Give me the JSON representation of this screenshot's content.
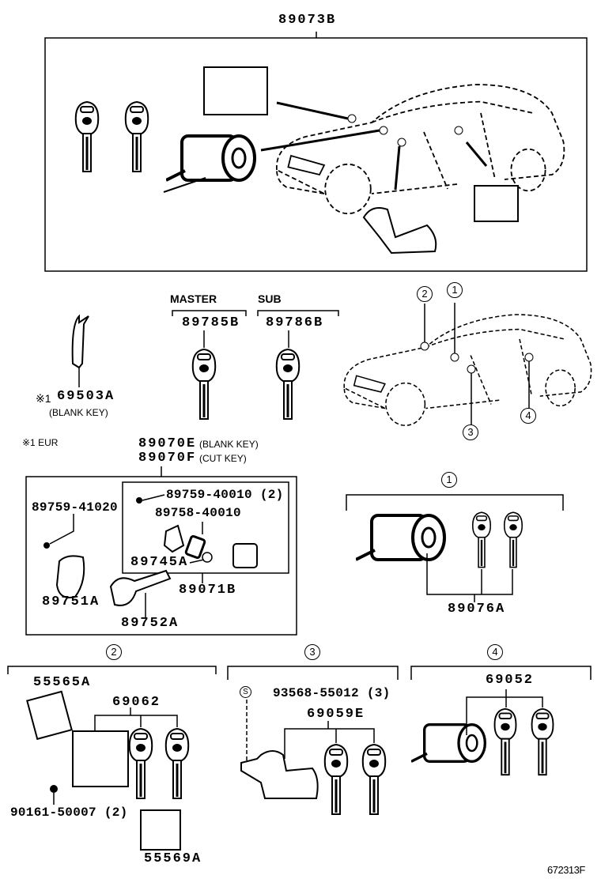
{
  "diagram_id": "672313F",
  "top_assembly": {
    "part": "89073B"
  },
  "key_set": {
    "master_label": "MASTER",
    "sub_label": "SUB",
    "master_part": "89785B",
    "sub_part": "89786B",
    "blank_key_part": "69503A",
    "blank_key_mark": "※1",
    "blank_key_note": "(BLANK KEY)",
    "footnote": "※1 EUR"
  },
  "location_markers": [
    "1",
    "2",
    "3",
    "4"
  ],
  "transmitter": {
    "part_blank": "89070E",
    "part_blank_note": "(BLANK KEY)",
    "part_cut": "89070F",
    "part_cut_note": "(CUT KEY)",
    "screw_outer": "89759-41020",
    "screw_inner": "89759-40010 (2)",
    "cover": "89758-40010",
    "battery": "89745A",
    "module": "89071B",
    "case": "89751A",
    "key": "89752A"
  },
  "section_1": {
    "marker": "1",
    "part": "89076A"
  },
  "section_2": {
    "marker": "2",
    "bracket_a": "55565A",
    "lock_set": "69062",
    "bolt": "90161-50007 (2)",
    "bracket_b": "55569A"
  },
  "section_3": {
    "marker": "3",
    "screw_symbol": "S",
    "screw": "93568-55012 (3)",
    "lock_set": "69059E"
  },
  "section_4": {
    "marker": "4",
    "lock_set": "69052"
  }
}
